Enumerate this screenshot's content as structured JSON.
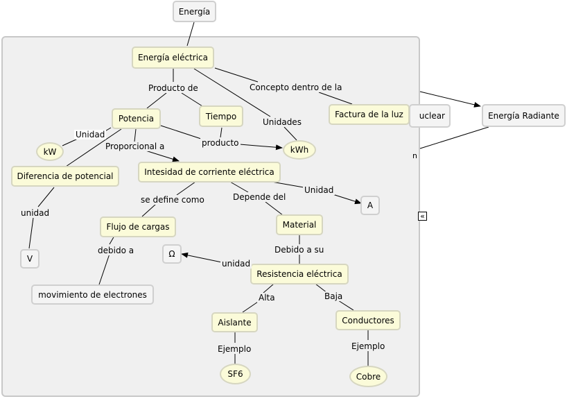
{
  "nodes": {
    "energia": "Energía",
    "energia_electrica": "Energía eléctrica",
    "potencia": "Potencia",
    "tiempo": "Tiempo",
    "factura": "Factura de la luz",
    "nuclear_partial": "uclear",
    "energia_radiante": "Energía Radiante",
    "kw": "kW",
    "kwh": "kWh",
    "diferencia_potencial": "Diferencia de potencial",
    "intensidad": "Intesidad de corriente eléctrica",
    "a": "A",
    "v": "V",
    "flujo_cargas": "Flujo de cargas",
    "material": "Material",
    "omega": "Ω",
    "resistencia": "Resistencia eléctrica",
    "movimiento": "movimiento de electrones",
    "aislante": "Aislante",
    "conductores": "Conductores",
    "sf6": "SF6",
    "cobre": "Cobre"
  },
  "links": {
    "producto_de": "Producto de",
    "concepto_dentro": "Concepto dentro de la",
    "unidades": "Unidades",
    "unidad_kw": "Unidad",
    "proporcional": "Proporcional a",
    "producto": "producto",
    "unidad_v": "unidad",
    "se_define": "se define como",
    "depende_del": "Depende del",
    "unidad_a": "Unidad",
    "debido_a": "debido a",
    "debido_a_su": "Debido a su",
    "unidad_omega": "unidad",
    "alta": "Alta",
    "baja": "Baja",
    "ejemplo_sf6": "Ejemplo",
    "ejemplo_cobre": "Ejemplo"
  },
  "collapse_control": "«"
}
